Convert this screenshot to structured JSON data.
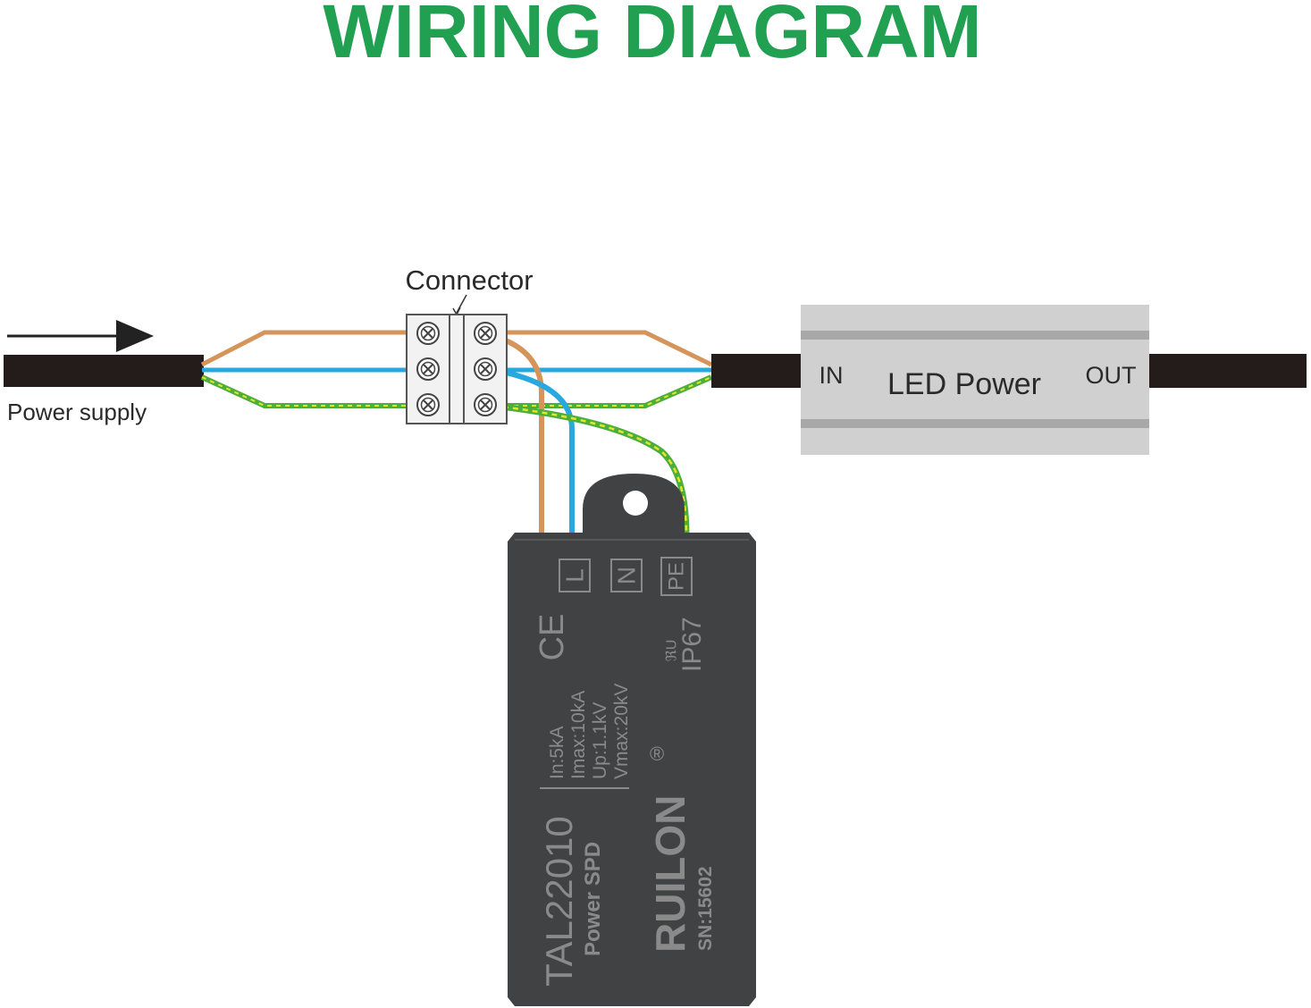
{
  "title": "WIRING DIAGRAM",
  "labels": {
    "connector": "Connector",
    "power_supply": "Power supply",
    "led_in": "IN",
    "led_title": "LED Power",
    "led_out": "OUT"
  },
  "spd": {
    "terminal_l": "L",
    "terminal_n": "N",
    "terminal_pe": "PE",
    "ce_mark": "CE",
    "ul_mark": "ℜU",
    "rating": "IP67",
    "spec_in": "In:5kA",
    "spec_imax": "Imax:10kA",
    "spec_up": "Up:1.1kV",
    "spec_vmax": "Vmax:20kV",
    "model": "TAL22010",
    "type": "Power SPD",
    "brand": "RUILON",
    "registered": "®",
    "serial": "SN:15602"
  },
  "colors": {
    "title": "#21a052",
    "live": "#d4945a",
    "neutral": "#29a8e0",
    "earth_green": "#4caf3a",
    "earth_yellow": "#e6e32a",
    "cable": "#231c1b",
    "led_body": "#d0d0d0",
    "spd_body": "#404244"
  }
}
